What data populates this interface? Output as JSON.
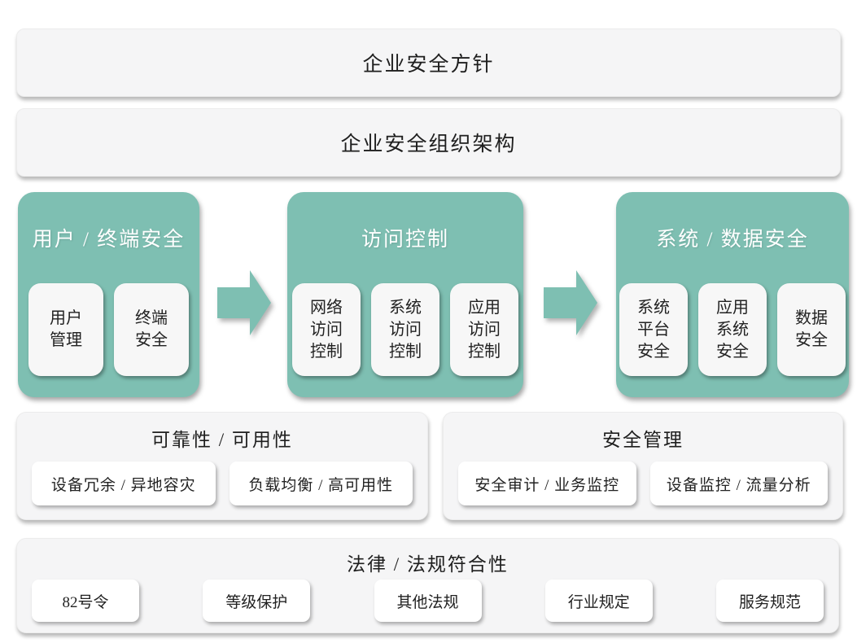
{
  "title_bars": {
    "policy": "企业安全方针",
    "organization": "企业安全组织架构"
  },
  "flow": {
    "stages": [
      {
        "title": "用户 / 终端安全",
        "items": [
          "用户\n管理",
          "终端\n安全"
        ]
      },
      {
        "title": "访问控制",
        "items": [
          "网络\n访问\n控制",
          "系统\n访问\n控制",
          "应用\n访问\n控制"
        ]
      },
      {
        "title": "系统 / 数据安全",
        "items": [
          "系统\n平台\n安全",
          "应用\n系统\n安全",
          "数据\n安全"
        ]
      }
    ]
  },
  "panels": [
    {
      "title": "可靠性 / 可用性",
      "items": [
        "设备冗余 / 异地容灾",
        "负载均衡 / 高可用性"
      ]
    },
    {
      "title": "安全管理",
      "items": [
        "安全审计 / 业务监控",
        "设备监控 / 流量分析"
      ]
    }
  ],
  "compliance": {
    "title": "法律 / 法规符合性",
    "items": [
      "82号令",
      "等级保护",
      "其他法规",
      "行业规定",
      "服务规范"
    ]
  },
  "icons": {
    "flow_arrow": "block-arrow-right"
  },
  "colors": {
    "accent_green": "#7ebfb2",
    "panel_gray": "#f5f5f6",
    "item_white": "#ffffff",
    "text_dark": "#1e1e1e",
    "text_white": "#ffffff"
  }
}
